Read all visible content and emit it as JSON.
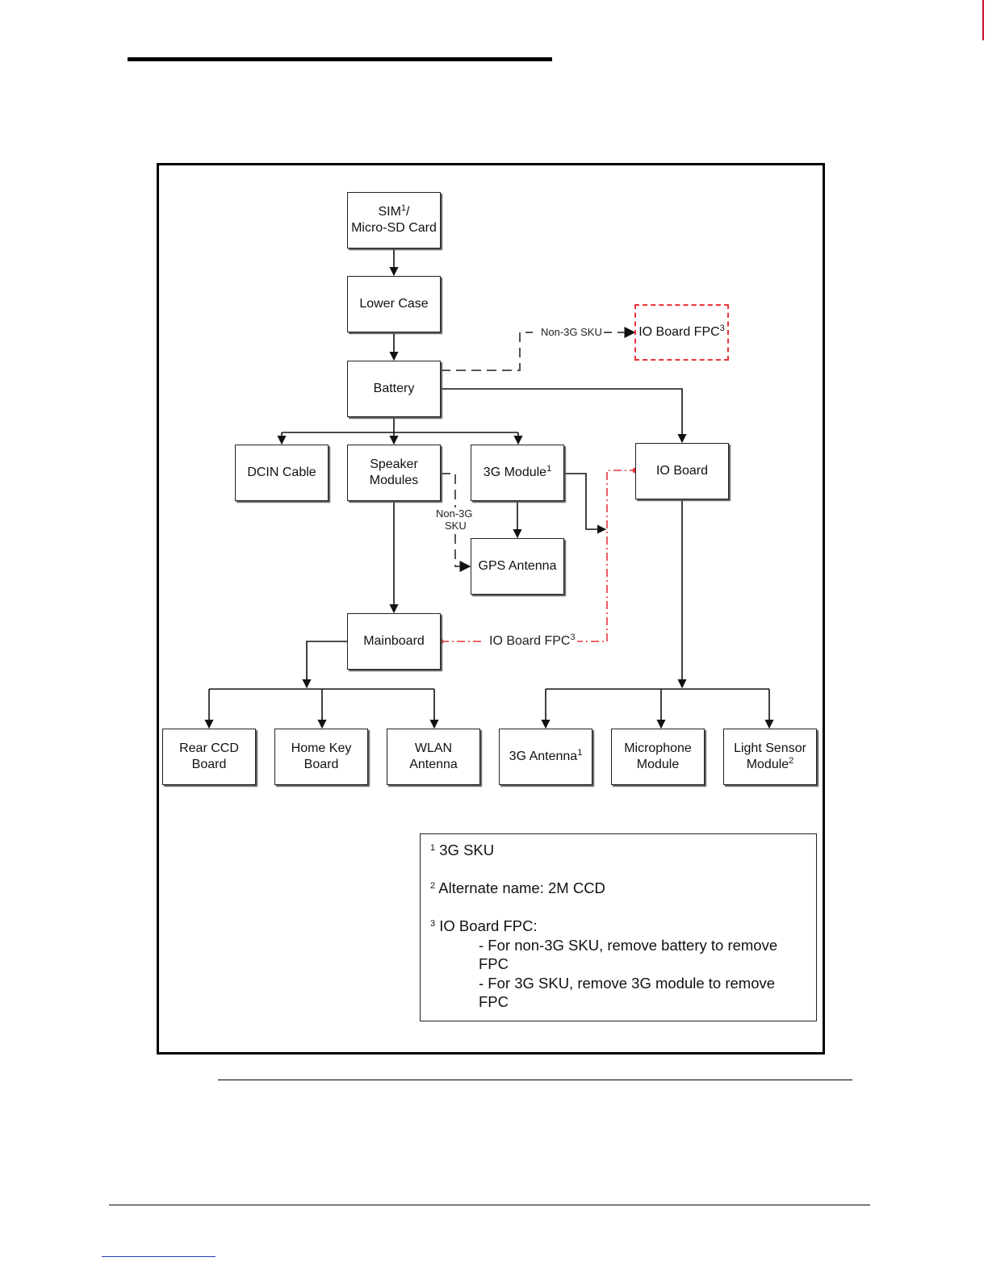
{
  "nodes": {
    "sim": {
      "line1": "SIM",
      "sup1": "1",
      "line1b": "/",
      "line2": "Micro-SD Card"
    },
    "lower_case": {
      "label": "Lower Case"
    },
    "battery": {
      "label": "Battery"
    },
    "io_fpc_top": {
      "label": "IO Board FPC",
      "sup": "3"
    },
    "dcin": {
      "label": "DCIN Cable"
    },
    "speaker": {
      "line1": "Speaker",
      "line2": "Modules"
    },
    "module3g": {
      "label": "3G Module",
      "sup": "1"
    },
    "io_board": {
      "label": "IO Board"
    },
    "gps": {
      "label": "GPS Antenna"
    },
    "mainboard": {
      "label": "Mainboard"
    },
    "rear_ccd": {
      "line1": "Rear CCD",
      "line2": "Board"
    },
    "home_key": {
      "line1": "Home Key",
      "line2": "Board"
    },
    "wlan": {
      "line1": "WLAN",
      "line2": "Antenna"
    },
    "antenna3g": {
      "label": "3G Antenna",
      "sup": "1"
    },
    "microphone": {
      "line1": "Microphone",
      "line2": "Module"
    },
    "light_sensor": {
      "line1": "Light Sensor",
      "line2": "Module",
      "sup": "2"
    }
  },
  "edge_labels": {
    "non3g_top": "Non-3G SKU",
    "non3g_side_1": "Non-3G",
    "non3g_side_2": "SKU",
    "io_fpc_mid": "IO Board FPC",
    "io_fpc_mid_sup": "3"
  },
  "legend": {
    "n1_sup": "1",
    "n1_text": "3G SKU",
    "n2_sup": "2",
    "n2_text": "Alternate name: 2M CCD",
    "n3_sup": "3",
    "n3_text": "IO Board FPC:",
    "n3_a": "- For non-3G SKU, remove battery to remove",
    "n3_a2": "FPC",
    "n3_b": "- For 3G SKU, remove 3G module to remove",
    "n3_b2": "FPC"
  },
  "colors": {
    "edge": "#111111",
    "dashed_edge": "#555555",
    "fpc_edge": "#e8343a",
    "link_underline": "#1f3fbf"
  }
}
